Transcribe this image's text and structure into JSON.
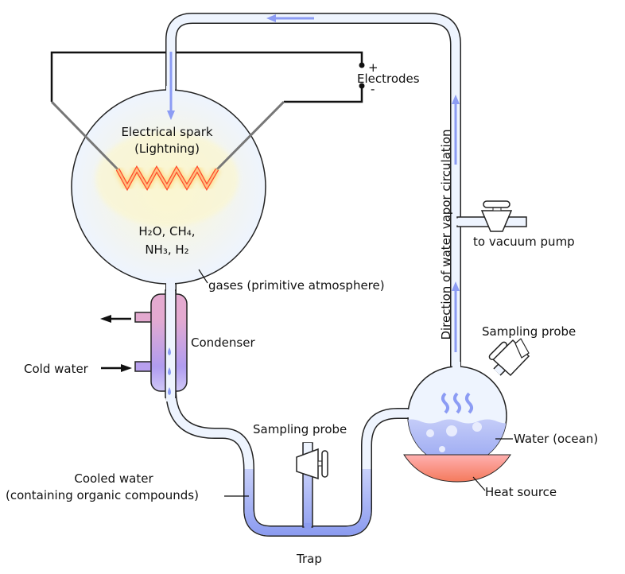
{
  "labels": {
    "electrical_spark": "Electrical spark",
    "lightning": "(Lightning)",
    "gases_line1": "H₂O, CH₄,",
    "gases_line2": "NH₃, H₂",
    "electrodes": "Electrodes",
    "plus": "+",
    "minus": "-",
    "gases": "gases (primitive atmosphere)",
    "condenser": "Condenser",
    "cold_water": "Cold water",
    "sampling_probe_trap": "Sampling probe",
    "cooled_water_line1": "Cooled water",
    "cooled_water_line2": "(containing organic compounds)",
    "trap": "Trap",
    "direction": "Direction of water vapor circulation",
    "vacuum": "to vacuum pump",
    "sampling_probe_flask": "Sampling probe",
    "water": "Water (ocean)",
    "heat": "Heat source"
  },
  "colors": {
    "glass": "#eef4fe",
    "flow_arrow": "#8c9cf4",
    "condenser_top": "#e4aad0",
    "condenser_bottom": "#b09cf0",
    "water": "#9aa6f2",
    "heat": "#f47a5c",
    "spark": "#ff5030"
  }
}
